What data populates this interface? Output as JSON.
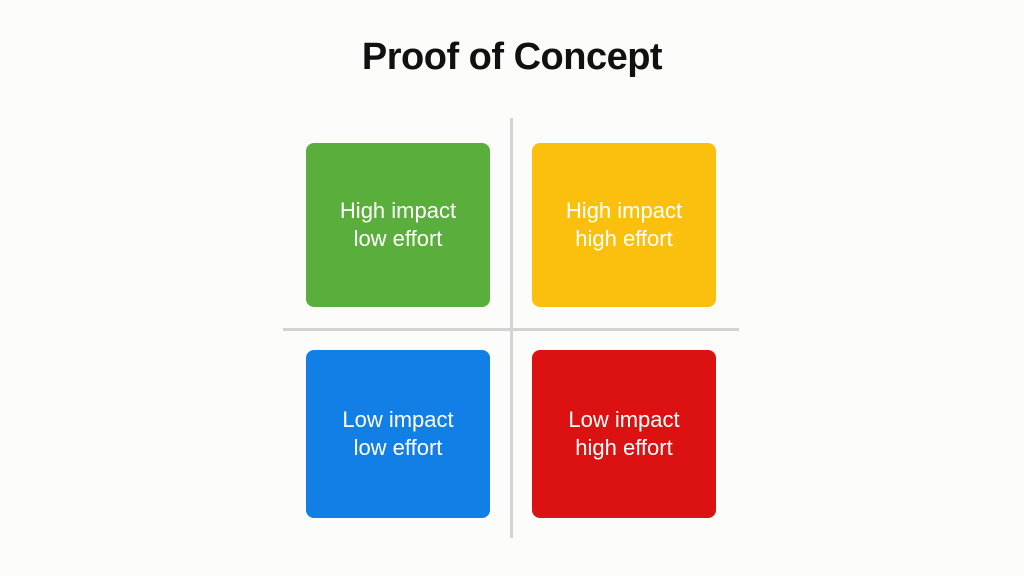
{
  "title": "Proof of Concept",
  "quadrants": [
    {
      "line1": "High impact",
      "line2": "low effort",
      "color": "#5aae3c"
    },
    {
      "line1": "High impact",
      "line2": "high effort",
      "color": "#fbbf0e"
    },
    {
      "line1": "Low impact",
      "line2": "low effort",
      "color": "#127fe6"
    },
    {
      "line1": "Low impact",
      "line2": "high effort",
      "color": "#dc1111"
    }
  ],
  "axis_color": "#d3d3d3"
}
